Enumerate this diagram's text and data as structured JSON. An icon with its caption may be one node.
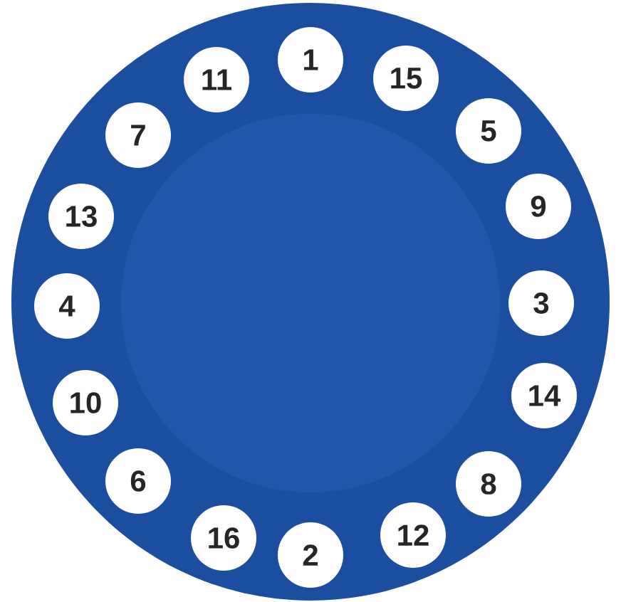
{
  "diagram": {
    "nodes": [
      {
        "text": [
          "1"
        ]
      },
      {
        "text": [
          "15"
        ]
      },
      {
        "text": [
          "5"
        ]
      },
      {
        "text": [
          "9"
        ]
      },
      {
        "text": [
          "3"
        ]
      },
      {
        "text": [
          "14"
        ]
      },
      {
        "text": [
          "8"
        ]
      },
      {
        "text": [
          "12"
        ]
      },
      {
        "text": [
          "2"
        ]
      },
      {
        "text": [
          "16"
        ]
      },
      {
        "text": [
          "6"
        ]
      },
      {
        "text": [
          "10"
        ]
      },
      {
        "text": [
          "4"
        ]
      },
      {
        "text": [
          "13"
        ]
      },
      {
        "text": [
          "7"
        ]
      },
      {
        "text": [
          "11"
        ]
      }
    ]
  }
}
